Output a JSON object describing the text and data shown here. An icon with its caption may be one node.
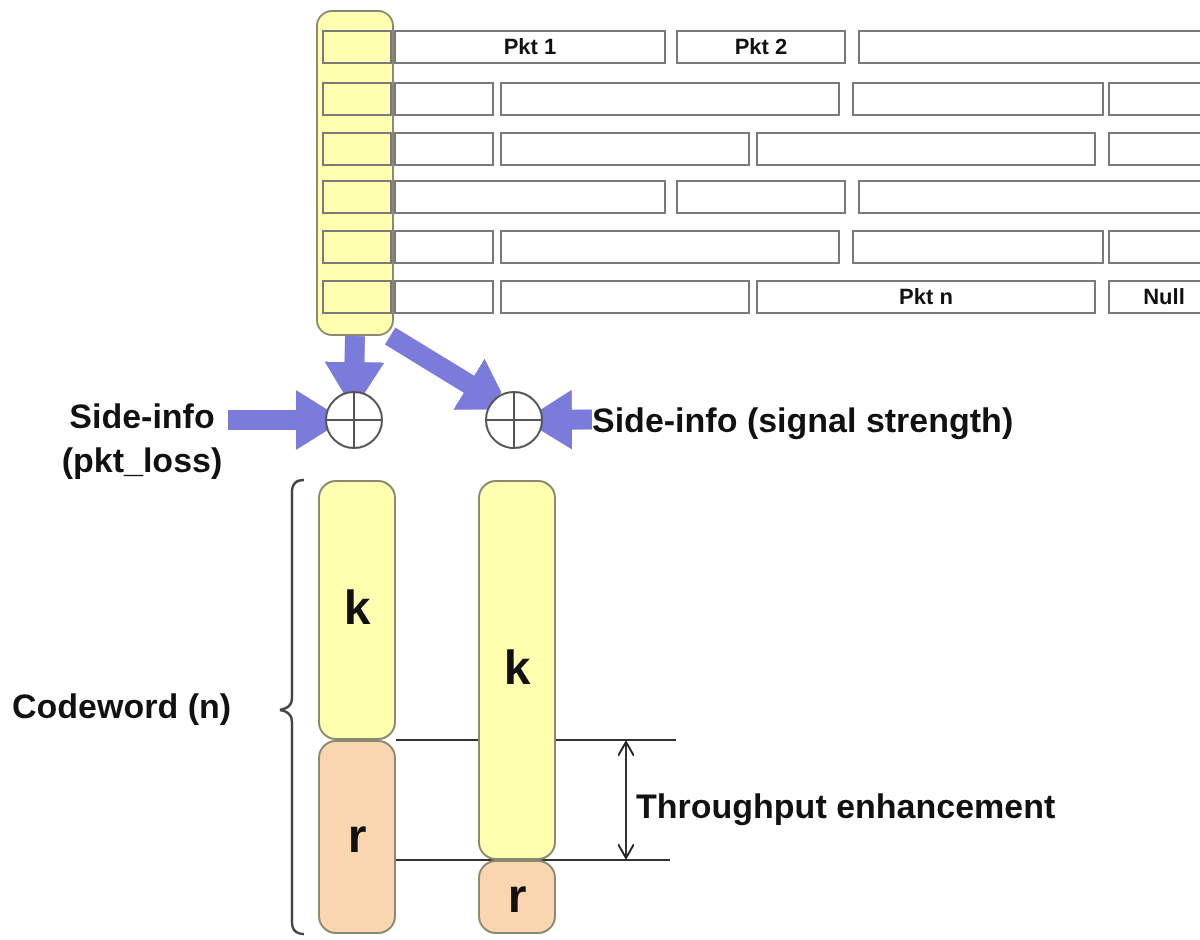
{
  "diagram": {
    "nodes": [
      {
        "text": [],
        "shape": "bar"
      },
      {
        "text": [],
        "shape": "box",
        "in": 0
      },
      {
        "text": [
          "Pkt 1"
        ]
      },
      {
        "text": [
          "Pkt 2"
        ]
      },
      {
        "text": [],
        "shape": "box"
      },
      {
        "text": [],
        "shape": "box",
        "in": 0
      },
      {
        "text": [],
        "shape": "box"
      },
      {
        "text": [],
        "shape": "box"
      },
      {
        "text": [],
        "shape": "box"
      },
      {
        "text": [],
        "shape": "box"
      },
      {
        "text": [],
        "shape": "box",
        "in": 0
      },
      {
        "text": [],
        "shape": "box"
      },
      {
        "text": [],
        "shape": "box"
      },
      {
        "text": [],
        "shape": "box"
      },
      {
        "text": [],
        "shape": "box"
      },
      {
        "text": [],
        "shape": "box",
        "in": 0
      },
      {
        "text": [],
        "shape": "box"
      },
      {
        "text": [],
        "shape": "box"
      },
      {
        "text": [],
        "shape": "box"
      },
      {
        "text": [],
        "shape": "box",
        "in": 0
      },
      {
        "text": [],
        "shape": "box"
      },
      {
        "text": [],
        "shape": "box"
      },
      {
        "text": [],
        "shape": "box"
      },
      {
        "text": [],
        "shape": "box"
      },
      {
        "text": [],
        "shape": "box",
        "in": 0
      },
      {
        "text": [],
        "shape": "box"
      },
      {
        "text": [],
        "shape": "box"
      },
      {
        "text": [
          "Pkt n"
        ]
      },
      {
        "text": [
          "Null"
        ]
      },
      {
        "text": [
          "Side-info (pkt_loss)"
        ]
      },
      {
        "text": [],
        "shape": "circle"
      },
      {
        "text": [],
        "shape": "circle"
      },
      {
        "text": [
          "Side-info (signal strength)"
        ]
      },
      {
        "text": [
          "k"
        ]
      },
      {
        "text": [
          "r"
        ]
      },
      {
        "text": [
          "k"
        ]
      },
      {
        "text": [
          "r"
        ]
      }
    ],
    "edges": [
      {
        "from": 0,
        "to": 30,
        "arrow": "to"
      },
      {
        "from": 0,
        "to": 31,
        "arrow": "to"
      },
      {
        "from": 29,
        "to": 30,
        "arrow": "to"
      },
      {
        "from": 32,
        "to": 31,
        "arrow": "to"
      }
    ],
    "labels": [
      "Codeword (n)",
      "Throughput enhancement"
    ]
  }
}
